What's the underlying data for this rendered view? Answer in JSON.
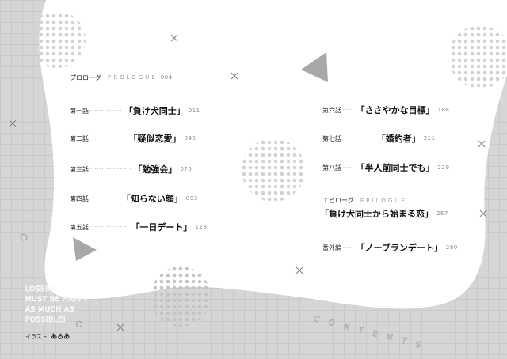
{
  "prologue": {
    "label": "プロローグ",
    "en": "PROLOGUE",
    "page": "004"
  },
  "left_chapters": [
    {
      "num": "第一話",
      "title": "「負け犬同士」",
      "page": "011"
    },
    {
      "num": "第二話",
      "title": "「疑似恋愛」",
      "page": "046"
    },
    {
      "num": "第三話",
      "title": "「勉強会」",
      "page": "070"
    },
    {
      "num": "第四話",
      "title": "「知らない顔」",
      "page": "093"
    },
    {
      "num": "第五話",
      "title": "「一日デート」",
      "page": "128"
    }
  ],
  "right_chapters": [
    {
      "num": "第六話",
      "title": "「ささやかな目標」",
      "page": "188"
    },
    {
      "num": "第七話",
      "title": "「婚約者」",
      "page": "211"
    },
    {
      "num": "第八話",
      "title": "「半人前同士でも」",
      "page": "229"
    }
  ],
  "epilogue": {
    "label": "エピローグ",
    "en": "EPILOGUE",
    "title": "「負け犬同士から始まる恋」",
    "page": "267"
  },
  "extra": {
    "num": "番外編",
    "title": "「ノーブランデート」",
    "page": "280"
  },
  "series_title_lines": [
    "LOSERS",
    "MUST BE HAPPY",
    "AS MUCH AS",
    "POSSIBLE!"
  ],
  "illustrator": {
    "label": "イラスト",
    "name": "あろあ"
  },
  "contents_label": "CONTENTS",
  "colors": {
    "background": "#d6d6d6",
    "blob": "#ffffff",
    "text": "#222222",
    "accent_gray": "#999999"
  }
}
